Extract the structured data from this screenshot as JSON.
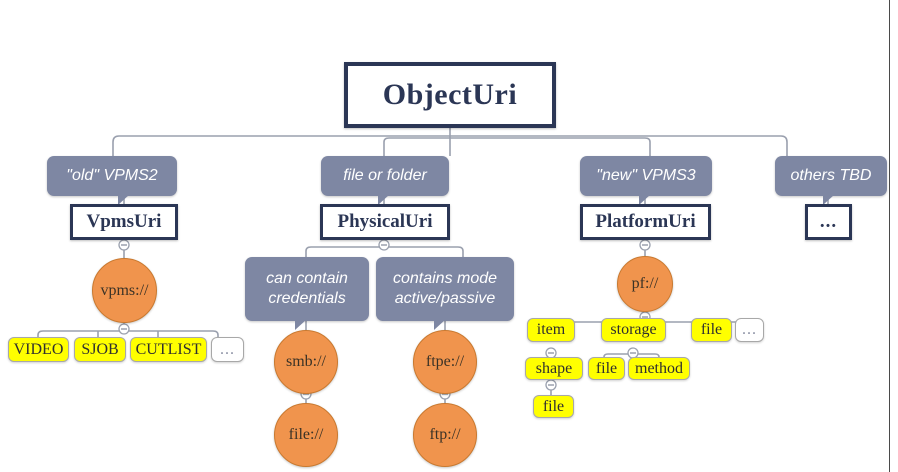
{
  "diagram": {
    "title": "ObjectUri",
    "root": {
      "label": "ObjectUri"
    },
    "classes": [
      {
        "id": "vpms-uri",
        "label": "VpmsUri"
      },
      {
        "id": "physical-uri",
        "label": "PhysicalUri"
      },
      {
        "id": "platform-uri",
        "label": "PlatformUri"
      },
      {
        "id": "others",
        "label": "..."
      }
    ],
    "callouts": [
      {
        "id": "old-vpms2",
        "lines": [
          "\"old\" VPMS2"
        ]
      },
      {
        "id": "file-folder",
        "lines": [
          "file or folder"
        ]
      },
      {
        "id": "new-vpms3",
        "lines": [
          "\"new\" VPMS3"
        ]
      },
      {
        "id": "others-tbd",
        "lines": [
          "others TBD"
        ]
      },
      {
        "id": "credentials",
        "lines": [
          "can contain",
          "credentials"
        ]
      },
      {
        "id": "mode",
        "lines": [
          "contains mode",
          "active/passive"
        ]
      }
    ],
    "schemes": [
      {
        "id": "vpms",
        "label": "vpms://"
      },
      {
        "id": "smb",
        "label": "smb://"
      },
      {
        "id": "file",
        "label": "file://"
      },
      {
        "id": "ftpe",
        "label": "ftpe://"
      },
      {
        "id": "ftp",
        "label": "ftp://"
      },
      {
        "id": "pf",
        "label": "pf://"
      }
    ],
    "vpms_children": [
      {
        "id": "video",
        "label": "VIDEO"
      },
      {
        "id": "sjob",
        "label": "SJOB"
      },
      {
        "id": "cutlist",
        "label": "CUTLIST"
      },
      {
        "id": "vpms-etc",
        "label": "..."
      }
    ],
    "pf_children": [
      {
        "id": "item",
        "label": "item"
      },
      {
        "id": "storage",
        "label": "storage"
      },
      {
        "id": "pf-file",
        "label": "file"
      },
      {
        "id": "pf-etc",
        "label": "..."
      }
    ],
    "item_children": [
      {
        "id": "shape",
        "label": "shape"
      }
    ],
    "storage_children": [
      {
        "id": "storage-file",
        "label": "file"
      },
      {
        "id": "storage-method",
        "label": "method"
      }
    ],
    "shape_children": [
      {
        "id": "shape-file",
        "label": "file"
      }
    ]
  },
  "colors": {
    "navy": "#2b3655",
    "callout_gray": "#7e87a3",
    "orange": "#f0944d",
    "yellow": "#ffff00",
    "connector": "#9aa0ae",
    "background": "#ffffff"
  }
}
